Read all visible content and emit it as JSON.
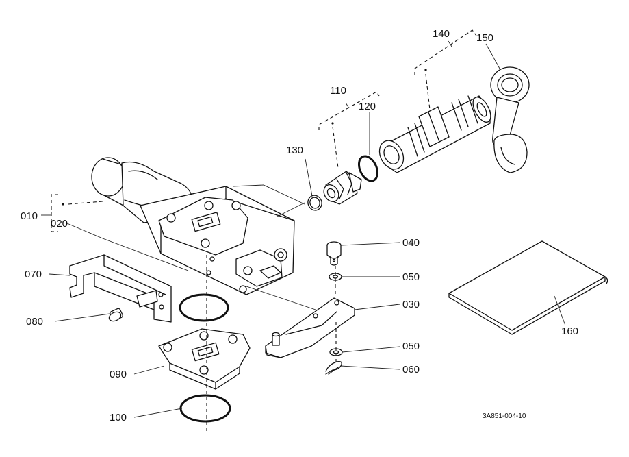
{
  "callouts": {
    "p010": "010",
    "p020": "020",
    "p030": "030",
    "p040": "040",
    "p050a": "050",
    "p050b": "050",
    "p060": "060",
    "p070": "070",
    "p080": "080",
    "p090": "090",
    "p100": "100",
    "p110": "110",
    "p120": "120",
    "p130": "130",
    "p140": "140",
    "p150": "150",
    "p160": "160"
  },
  "reference_code": "3A851-004-10"
}
